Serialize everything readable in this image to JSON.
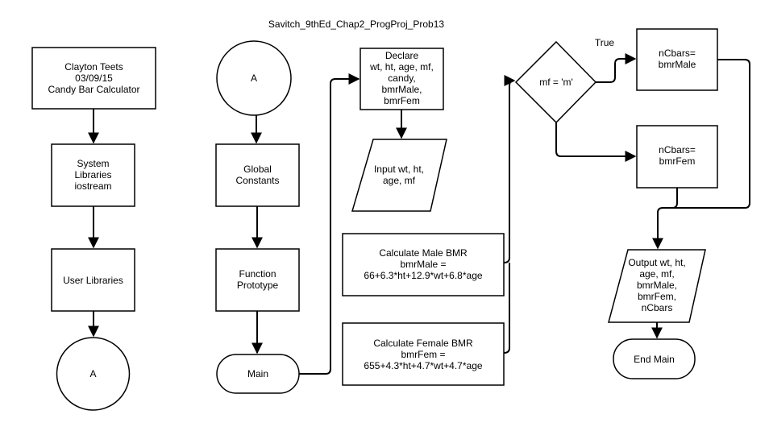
{
  "title": "Savitch_9thEd_Chap2_ProgProj_Prob13",
  "nodes": {
    "header": [
      "Clayton Teets",
      "03/09/15",
      "Candy Bar Calculator"
    ],
    "system_libraries": [
      "System",
      "Libraries",
      "iostream"
    ],
    "user_libraries": [
      "User Libraries"
    ],
    "connector_out": [
      "A"
    ],
    "connector_in": [
      "A"
    ],
    "global_constants": [
      "Global",
      "Constants"
    ],
    "function_prototype": [
      "Function",
      "Prototype"
    ],
    "main": [
      "Main"
    ],
    "declare": [
      "Declare",
      "wt, ht, age, mf,",
      "candy,",
      "bmrMale,",
      "bmrFem"
    ],
    "input": [
      "Input wt, ht,",
      "age, mf"
    ],
    "calc_male": [
      "Calculate Male BMR",
      "bmrMale =",
      "66+6.3*ht+12.9*wt+6.8*age"
    ],
    "calc_female": [
      "Calculate Female BMR",
      "bmrFem =",
      "655+4.3*ht+4.7*wt+4.7*age"
    ],
    "decision": [
      "mf = 'm'"
    ],
    "ncbars_male": [
      "nCbars=",
      "bmrMale"
    ],
    "ncbars_female": [
      "nCbars=",
      "bmrFem"
    ],
    "output": [
      "Output wt, ht,",
      "age, mf,",
      "bmrMale,",
      "bmrFem,",
      "nCbars"
    ],
    "end_main": [
      "End Main"
    ]
  },
  "edges": {
    "true_label": "True"
  }
}
